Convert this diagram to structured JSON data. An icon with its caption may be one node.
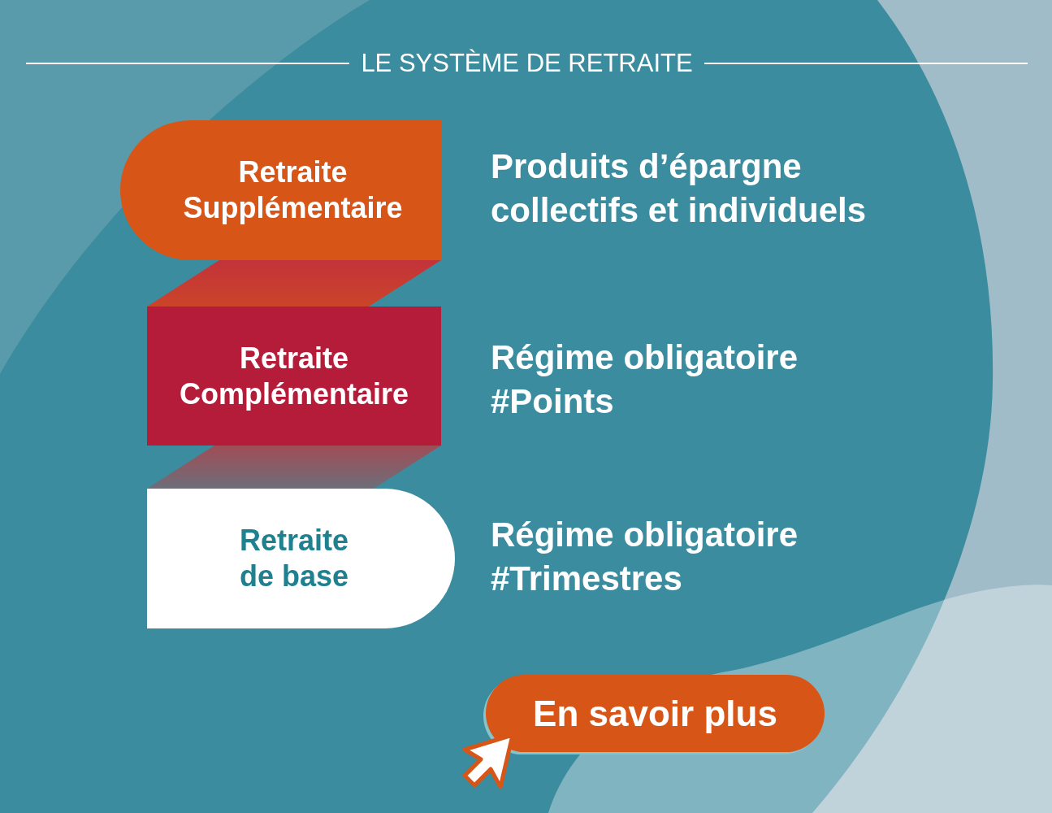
{
  "diagram": {
    "title": "LE SYSTÈME DE RETRAITE",
    "nodes": [
      {
        "text": [
          "Retraite Supplémentaire"
        ],
        "beside": [
          "Produits d’épargne collectifs et individuels"
        ]
      },
      {
        "text": [
          "Retraite Complémentaire"
        ],
        "beside": [
          "Régime obligatoire #Points"
        ]
      },
      {
        "text": [
          "Retraite de base"
        ],
        "beside": [
          "Régime obligatoire #Trimestres"
        ]
      },
      {
        "text": [
          "En savoir plus"
        ]
      }
    ],
    "edges": [
      {
        "from": 0,
        "to": 1,
        "arrow": "none"
      },
      {
        "from": 1,
        "to": 2,
        "arrow": "none"
      }
    ]
  }
}
